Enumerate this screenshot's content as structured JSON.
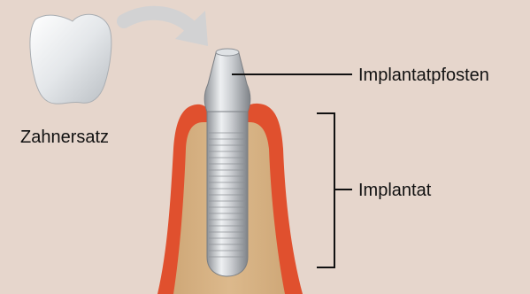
{
  "labels": {
    "crown": "Zahnersatz",
    "abutment": "Implantatpfosten",
    "implant": "Implantat"
  },
  "colors": {
    "background": "#e6d6cc",
    "gum": "#e0502e",
    "bone": "#d7b384",
    "metal": "#bfc3c8",
    "crown": "#e9ecee",
    "arrow": "#d2d2d3",
    "line": "#111111"
  }
}
